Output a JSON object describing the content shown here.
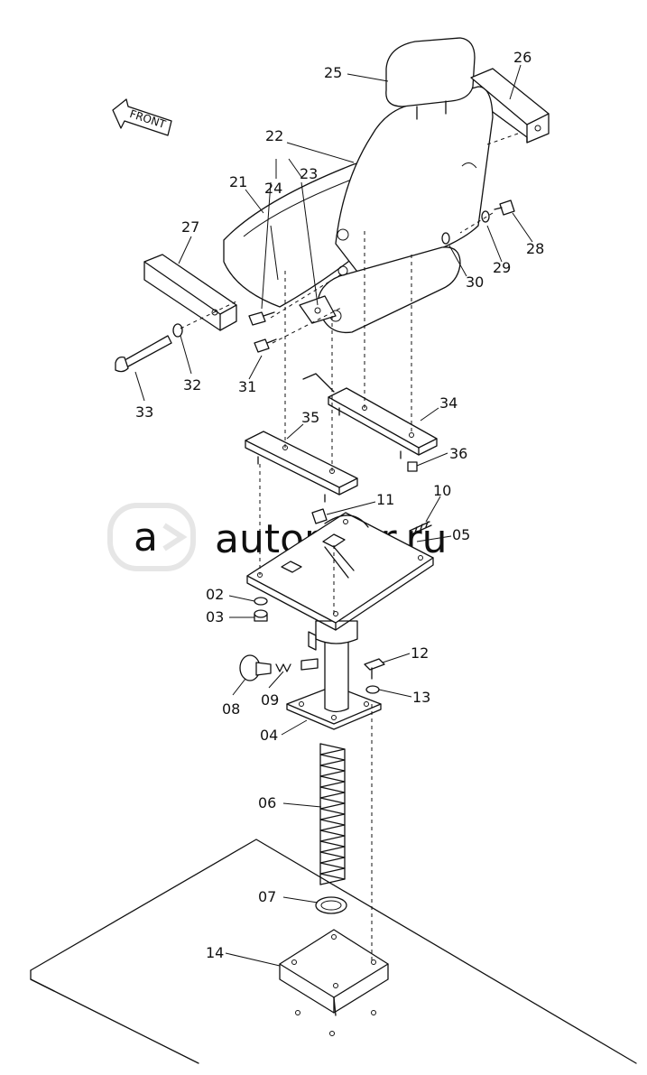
{
  "diagram": {
    "front_label": "FRONT",
    "watermark": "autopiter.ru",
    "parts": [
      {
        "id": "p25",
        "label": "25"
      },
      {
        "id": "p26",
        "label": "26"
      },
      {
        "id": "p22",
        "label": "22"
      },
      {
        "id": "p23",
        "label": "23"
      },
      {
        "id": "p24",
        "label": "24"
      },
      {
        "id": "p21",
        "label": "21"
      },
      {
        "id": "p27",
        "label": "27"
      },
      {
        "id": "p28",
        "label": "28"
      },
      {
        "id": "p29",
        "label": "29"
      },
      {
        "id": "p30",
        "label": "30"
      },
      {
        "id": "p31",
        "label": "31"
      },
      {
        "id": "p32",
        "label": "32"
      },
      {
        "id": "p33",
        "label": "33"
      },
      {
        "id": "p34",
        "label": "34"
      },
      {
        "id": "p35",
        "label": "35"
      },
      {
        "id": "p36",
        "label": "36"
      },
      {
        "id": "p11",
        "label": "11"
      },
      {
        "id": "p10",
        "label": "10"
      },
      {
        "id": "p05",
        "label": "05"
      },
      {
        "id": "p02",
        "label": "02"
      },
      {
        "id": "p03",
        "label": "03"
      },
      {
        "id": "p12",
        "label": "12"
      },
      {
        "id": "p13",
        "label": "13"
      },
      {
        "id": "p08",
        "label": "08"
      },
      {
        "id": "p09",
        "label": "09"
      },
      {
        "id": "p04",
        "label": "04"
      },
      {
        "id": "p06",
        "label": "06"
      },
      {
        "id": "p07",
        "label": "07"
      },
      {
        "id": "p14",
        "label": "14"
      }
    ]
  }
}
